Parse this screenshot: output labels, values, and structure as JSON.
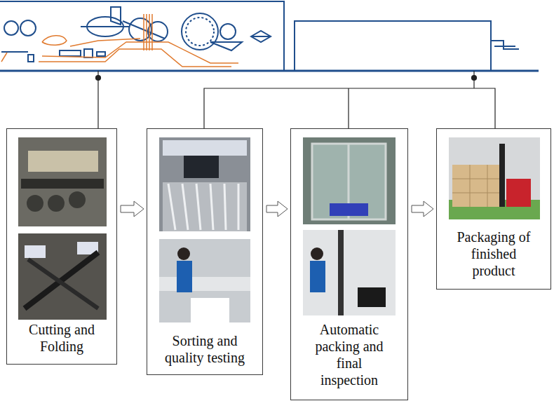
{
  "diagram": {
    "nodes": [
      {
        "text": [
          "Cutting and Folding"
        ]
      },
      {
        "text": [
          "Sorting and quality testing"
        ]
      },
      {
        "text": [
          "Automatic packing and final inspection"
        ]
      },
      {
        "text": [
          "Packaging of finished product"
        ]
      }
    ],
    "edges": [
      {
        "from": 0,
        "to": 1,
        "arrow": "to"
      },
      {
        "from": 1,
        "to": 2,
        "arrow": "to"
      },
      {
        "from": 2,
        "to": 3,
        "arrow": "to"
      }
    ]
  }
}
